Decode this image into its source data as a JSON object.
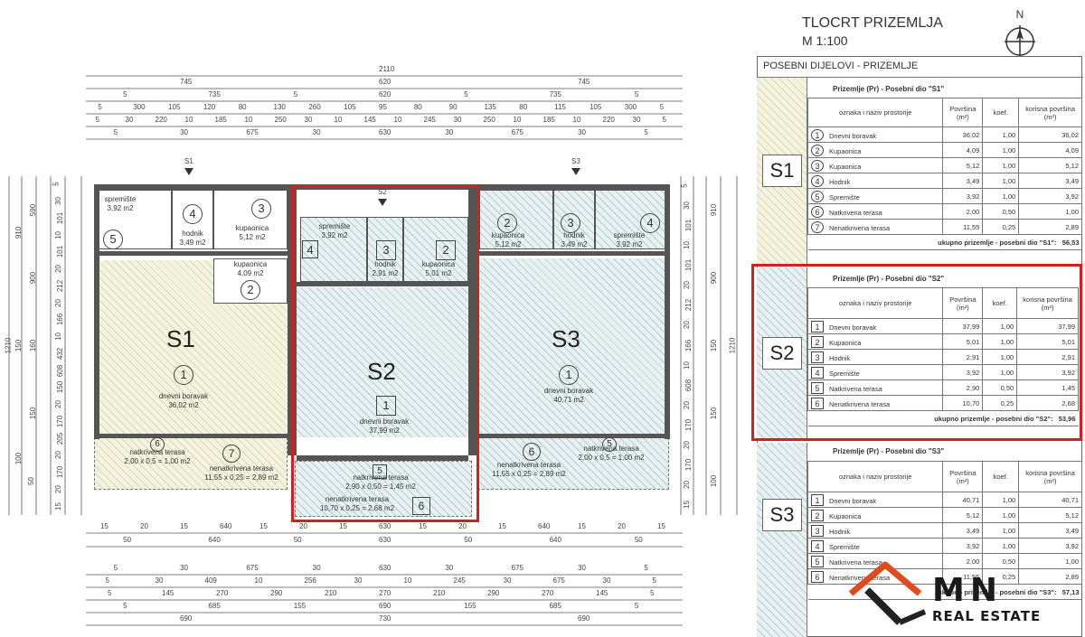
{
  "header": {
    "title": "TLOCRT PRIZEMLJA",
    "scale": "M 1:100",
    "north": "N"
  },
  "dimensions": {
    "top_rows": [
      [
        "2110"
      ],
      [
        "745",
        "620",
        "745"
      ],
      [
        "5",
        "735",
        "5",
        "620",
        "5",
        "735",
        "5"
      ],
      [
        "5",
        "300",
        "105",
        "120",
        "80",
        "130",
        "260",
        "105",
        "95",
        "80",
        "90",
        "135",
        "80",
        "115",
        "105",
        "300",
        "5"
      ],
      [
        "5",
        "30",
        "220",
        "10",
        "185",
        "10",
        "250",
        "30",
        "10",
        "145",
        "10",
        "245",
        "30",
        "250",
        "10",
        "185",
        "10",
        "220",
        "30",
        "5"
      ],
      [
        "5",
        "30",
        "675",
        "30",
        "630",
        "30",
        "675",
        "30",
        "5"
      ]
    ],
    "bottom_rows": [
      [
        "15",
        "20",
        "15",
        "640",
        "15",
        "20",
        "15",
        "630",
        "15",
        "20",
        "15",
        "640",
        "15",
        "20",
        "15"
      ],
      [
        "50",
        "640",
        "50",
        "630",
        "50",
        "640",
        "50"
      ],
      [
        "5",
        "30",
        "675",
        "30",
        "630",
        "30",
        "675",
        "30",
        "5"
      ],
      [
        "5",
        "30",
        "409",
        "10",
        "256",
        "30",
        "10",
        "245",
        "30",
        "675",
        "30",
        "5"
      ],
      [
        "5",
        "145",
        "270",
        "290",
        "210",
        "270",
        "210",
        "290",
        "270",
        "145",
        "5"
      ],
      [
        "5",
        "685",
        "155",
        "690",
        "155",
        "685",
        "5"
      ],
      [
        "690",
        "730",
        "690"
      ]
    ],
    "left_outer": [
      "1210"
    ],
    "left_mid": [
      "910",
      "150",
      "100"
    ],
    "left_inner": [
      "590",
      "900",
      "160",
      "150",
      "50"
    ],
    "left_fine": [
      "5",
      "30",
      "101",
      "10",
      "101",
      "20",
      "212",
      "20",
      "166",
      "10",
      "432",
      "608",
      "150",
      "20",
      "170",
      "205",
      "20",
      "170",
      "20",
      "15"
    ],
    "right_outer": [
      "1210"
    ],
    "right_mid": [
      "910",
      "900",
      "150",
      "150",
      "100"
    ],
    "right_fine": [
      "5",
      "30",
      "101",
      "10",
      "101",
      "20",
      "212",
      "20",
      "166",
      "10",
      "608",
      "20",
      "170",
      "20",
      "170",
      "20",
      "15"
    ],
    "section_marks": [
      "S1",
      "S2",
      "S3"
    ]
  },
  "plan": {
    "units": [
      {
        "id": "S1",
        "rooms": [
          {
            "num": "1",
            "name": "dnevni boravak",
            "area": "36,02 m2"
          },
          {
            "num": "2",
            "name": "kupaonica",
            "area": "4,09 m2"
          },
          {
            "num": "3",
            "name": "kupaonica",
            "area": "5,12 m2"
          },
          {
            "num": "4",
            "name": "hodnik",
            "area": "3,49 m2"
          },
          {
            "num": "5",
            "name": "spremište",
            "area": "3,92 m2"
          },
          {
            "num": "6",
            "name": "natkrivena terasa",
            "area": "2,00 x 0,5 = 1,00 m2"
          },
          {
            "num": "7",
            "name": "nenatkrivena terasa",
            "area": "11,55 x 0,25 = 2,89 m2"
          }
        ]
      },
      {
        "id": "S2",
        "rooms": [
          {
            "num": "1",
            "name": "dnevni boravak",
            "area": "37,99 m2"
          },
          {
            "num": "2",
            "name": "kupaonica",
            "area": "5,01 m2"
          },
          {
            "num": "3",
            "name": "hodnik",
            "area": "2,91 m2"
          },
          {
            "num": "4",
            "name": "spremište",
            "area": "3,92 m2"
          },
          {
            "num": "5",
            "name": "natkrivena terasa",
            "area": "2,90 x 0,50 = 1,45 m2"
          },
          {
            "num": "6",
            "name": "nenatkrivena terasa",
            "area": "10,70 x 0,25 = 2,68 m2"
          }
        ]
      },
      {
        "id": "S3",
        "rooms": [
          {
            "num": "1",
            "name": "dnevni boravak",
            "area": "40,71 m2"
          },
          {
            "num": "2",
            "name": "kupaonica",
            "area": "5,12 m2"
          },
          {
            "num": "3",
            "name": "hodnik",
            "area": "3,49 m2"
          },
          {
            "num": "4",
            "name": "spremište",
            "area": "3,92 m2"
          },
          {
            "num": "5",
            "name": "natkrivena terasa",
            "area": "2,00 x 0,5 = 1,00 m2"
          },
          {
            "num": "6",
            "name": "nenatkrivena terasa",
            "area": "11,55 x 0,25 = 2,89 m2"
          }
        ]
      }
    ]
  },
  "tables": {
    "panel_title": "POSEBNI DIJELOVI - PRIZEMLJE",
    "columns": [
      "oznaka i naziv prostorije",
      "Površina (m²)",
      "koef.",
      "korisna površina (m²)"
    ],
    "sections": [
      {
        "unit": "S1",
        "title": "Prizemlje (Pr) - Posebni dio \"S1\"",
        "rows": [
          [
            "1",
            "Dnevni boravak",
            "36,02",
            "1,00",
            "36,02"
          ],
          [
            "2",
            "Kupaonica",
            "4,09",
            "1,00",
            "4,09"
          ],
          [
            "3",
            "Kupaonica",
            "5,12",
            "1,00",
            "5,12"
          ],
          [
            "4",
            "Hodnik",
            "3,49",
            "1,00",
            "3,49"
          ],
          [
            "5",
            "Spremište",
            "3,92",
            "1,00",
            "3,92"
          ],
          [
            "6",
            "Natkrivena terasa",
            "2,00",
            "0,50",
            "1,00"
          ],
          [
            "7",
            "Nenatkrivena terasa",
            "11,55",
            "0,25",
            "2,89"
          ]
        ],
        "total_label": "ukupno prizemlje - posebni dio \"S1\":",
        "total": "56,53"
      },
      {
        "unit": "S2",
        "title": "Prizemlje (Pr) - Posebni dio \"S2\"",
        "rows": [
          [
            "1",
            "Dnevni boravak",
            "37,99",
            "1,00",
            "37,99"
          ],
          [
            "2",
            "Kupaonica",
            "5,01",
            "1,00",
            "5,01"
          ],
          [
            "3",
            "Hodnik",
            "2,91",
            "1,00",
            "2,91"
          ],
          [
            "4",
            "Spremište",
            "3,92",
            "1,00",
            "3,92"
          ],
          [
            "5",
            "Natkrivena terasa",
            "2,90",
            "0,50",
            "1,45"
          ],
          [
            "6",
            "Nenatkrivena terasa",
            "10,70",
            "0,25",
            "2,68"
          ]
        ],
        "total_label": "ukupno prizemlje - posebni dio \"S2\":",
        "total": "53,96"
      },
      {
        "unit": "S3",
        "title": "Prizemlje (Pr) - Posebni dio \"S3\"",
        "rows": [
          [
            "1",
            "Dnevni boravak",
            "40,71",
            "1,00",
            "40,71"
          ],
          [
            "2",
            "Kupaonica",
            "5,12",
            "1,00",
            "5,12"
          ],
          [
            "3",
            "Hodnik",
            "3,49",
            "1,00",
            "3,49"
          ],
          [
            "4",
            "Spremište",
            "3,92",
            "1,00",
            "3,92"
          ],
          [
            "5",
            "Natkrivena terasa",
            "2,00",
            "0,50",
            "1,00"
          ],
          [
            "6",
            "Nenatkrivena terasa",
            "11,55",
            "0,25",
            "2,89"
          ]
        ],
        "total_label": "ukupno prizemlje - posebni dio \"S3\":",
        "total": "57,13"
      }
    ]
  },
  "logo": {
    "line1": "MN",
    "line2": "REAL ESTATE"
  },
  "colors": {
    "highlight": "#d21f1f",
    "hatch": "#5a8c8c",
    "s1_fill": "#f4f3dd"
  }
}
